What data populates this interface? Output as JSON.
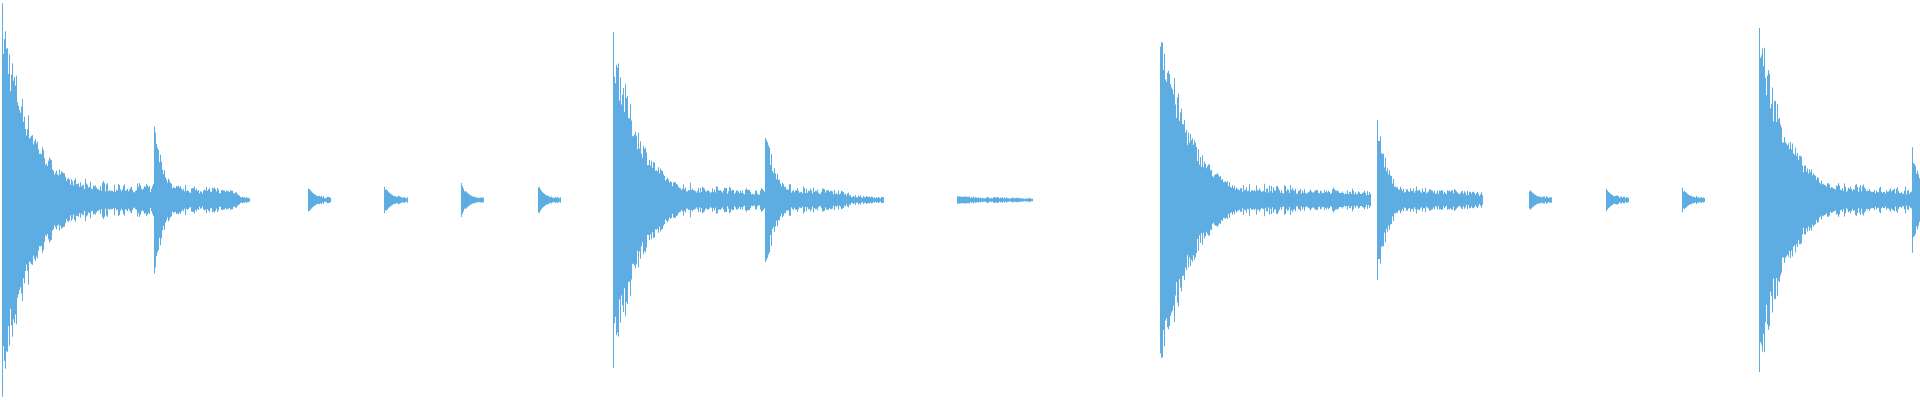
{
  "waveform": {
    "color": "#5dade2",
    "background": "#ffffff",
    "baseline_visible": false,
    "transients": [
      {
        "t": 0.001,
        "amp": 0.92,
        "tail": 0.12,
        "tail_level": 0.12,
        "decay": 0.016
      },
      {
        "t": 0.08,
        "amp": 0.37,
        "tail": 0.045,
        "tail_level": 0.09,
        "decay": 0.006
      },
      {
        "t": 0.12,
        "amp": 0.05,
        "tail": 0.01,
        "tail_level": 0.03,
        "decay": 0.004
      },
      {
        "t": 0.16,
        "amp": 0.07,
        "tail": 0.012,
        "tail_level": 0.03,
        "decay": 0.004
      },
      {
        "t": 0.2,
        "amp": 0.07,
        "tail": 0.012,
        "tail_level": 0.03,
        "decay": 0.004
      },
      {
        "t": 0.24,
        "amp": 0.08,
        "tail": 0.012,
        "tail_level": 0.03,
        "decay": 0.004
      },
      {
        "t": 0.28,
        "amp": 0.07,
        "tail": 0.012,
        "tail_level": 0.03,
        "decay": 0.004
      },
      {
        "t": 0.319,
        "amp": 0.84,
        "tail": 0.08,
        "tail_level": 0.11,
        "decay": 0.014
      },
      {
        "t": 0.398,
        "amp": 0.38,
        "tail": 0.045,
        "tail_level": 0.09,
        "decay": 0.006
      },
      {
        "t": 0.438,
        "amp": 0.04,
        "tail": 0.022,
        "tail_level": 0.03,
        "decay": 0.004
      },
      {
        "t": 0.498,
        "amp": 0.02,
        "tail": 0.04,
        "tail_level": 0.02,
        "decay": 0.01
      },
      {
        "t": 0.604,
        "amp": 0.92,
        "tail": 0.11,
        "tail_level": 0.1,
        "decay": 0.015
      },
      {
        "t": 0.645,
        "amp": 0.06,
        "tail": 0.01,
        "tail_level": 0.03,
        "decay": 0.004
      },
      {
        "t": 0.684,
        "amp": 0.06,
        "tail": 0.01,
        "tail_level": 0.03,
        "decay": 0.004
      },
      {
        "t": 0.717,
        "amp": 0.4,
        "tail": 0.055,
        "tail_level": 0.08,
        "decay": 0.006
      },
      {
        "t": 0.757,
        "amp": 0.06,
        "tail": 0.012,
        "tail_level": 0.03,
        "decay": 0.004
      },
      {
        "t": 0.796,
        "amp": 0.06,
        "tail": 0.012,
        "tail_level": 0.03,
        "decay": 0.004
      },
      {
        "t": 0.836,
        "amp": 0.06,
        "tail": 0.012,
        "tail_level": 0.03,
        "decay": 0.004
      },
      {
        "t": 0.876,
        "amp": 0.06,
        "tail": 0.012,
        "tail_level": 0.03,
        "decay": 0.004
      },
      {
        "t": 0.916,
        "amp": 0.86,
        "tail": 0.08,
        "tail_level": 0.12,
        "decay": 0.015
      },
      {
        "t": 0.9955,
        "amp": 0.29,
        "tail": 0.004,
        "tail_level": 0.12,
        "decay": 0.004
      }
    ]
  }
}
